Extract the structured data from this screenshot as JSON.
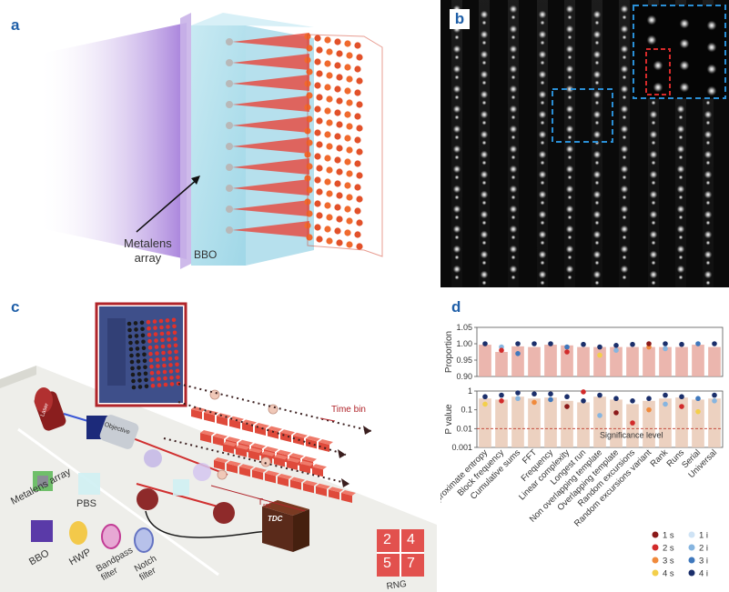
{
  "panels": {
    "a": {
      "letter": "a",
      "labels": {
        "metalens_array": [
          "Metalens",
          "array"
        ],
        "bbo": "BBO"
      }
    },
    "b": {
      "letter": "b"
    },
    "c": {
      "letter": "c",
      "labels": {
        "time_bin": "Time bin",
        "t_ref": "T",
        "t_ref_sub": "ref",
        "laser": "Laser",
        "objective": "Objective",
        "tdc": "TDC",
        "rng": "RNG",
        "legend_items": [
          "Metalens array",
          "PBS",
          "BBO",
          "HWP",
          "Bandpass filter",
          "Notch filter"
        ],
        "grid_numbers": [
          "2",
          "4",
          "5",
          "7"
        ]
      }
    },
    "d": {
      "letter": "d"
    }
  },
  "chart_data": {
    "type": "scatter",
    "tests": [
      "Approximate entropy",
      "Block frequency",
      "Cumulative sums",
      "FFT",
      "Frequency",
      "Linear complexity",
      "Longest run",
      "Non overlapping template",
      "Overlapping template",
      "Random excursions",
      "Random excursions variant",
      "Rank",
      "Runs",
      "Serial",
      "Universal"
    ],
    "top": {
      "ylabel": "Proportion",
      "ylim": [
        0.9,
        1.05
      ],
      "yticks": [
        "1.05",
        "1.00",
        "0.95",
        "0.90"
      ],
      "bars": [
        0.997,
        0.975,
        0.992,
        0.99,
        0.997,
        0.995,
        0.99,
        0.99,
        0.99,
        0.99,
        0.99,
        0.99,
        0.99,
        0.997,
        0.99
      ]
    },
    "bottom": {
      "ylabel": "P value",
      "scale": "log",
      "ylim": [
        0.001,
        1
      ],
      "yticks": [
        "1",
        "0.1",
        "0.01",
        "0.001"
      ],
      "bars": [
        0.4,
        0.35,
        0.5,
        0.4,
        0.45,
        0.3,
        0.25,
        0.5,
        0.35,
        0.2,
        0.3,
        0.4,
        0.45,
        0.35,
        0.4
      ],
      "significance_level": 0.01,
      "significance_label": "Significance level"
    },
    "legend": [
      {
        "name": "1 s",
        "color": "#8b1a1a"
      },
      {
        "name": "2 s",
        "color": "#d22b2b"
      },
      {
        "name": "3 s",
        "color": "#f08a3c"
      },
      {
        "name": "4 s",
        "color": "#f3cf4b"
      },
      {
        "name": "1 i",
        "color": "#cfe3f5"
      },
      {
        "name": "2 i",
        "color": "#86b5e0"
      },
      {
        "name": "3 i",
        "color": "#3f78bd"
      },
      {
        "name": "4 i",
        "color": "#1b2f6b"
      }
    ]
  }
}
